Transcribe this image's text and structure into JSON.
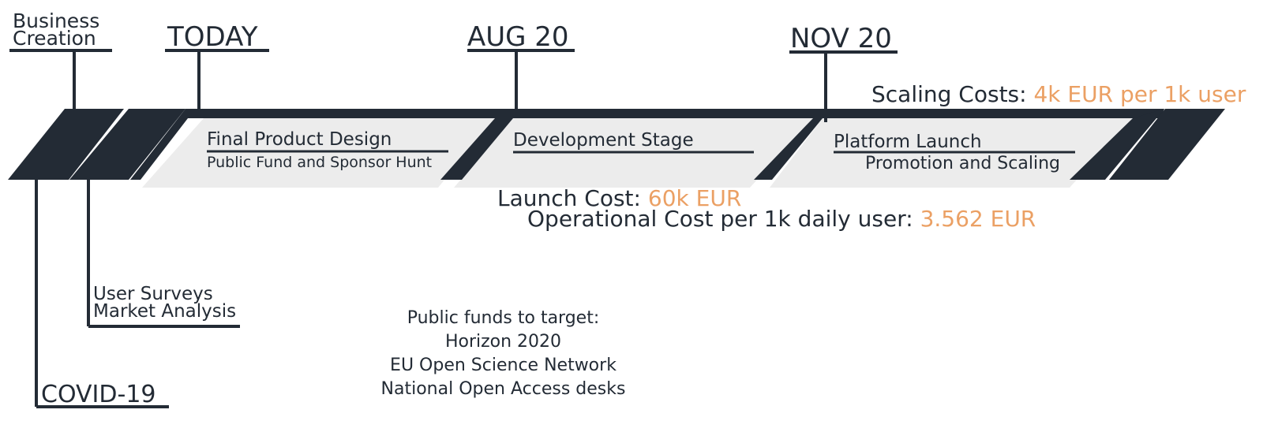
{
  "milestones": {
    "business_creation": {
      "line1": "Business",
      "line2": "Creation"
    },
    "today": "TODAY",
    "aug20": "AUG 20",
    "nov20": "NOV 20",
    "user_research": {
      "line1": "User Surveys",
      "line2": "Market Analysis"
    },
    "covid": "COVID-19"
  },
  "phases": [
    {
      "title": "Final Product Design",
      "subtitle": "Public Fund and Sponsor Hunt"
    },
    {
      "title": "Development Stage"
    },
    {
      "title": "Platform Launch",
      "subtitle": "Promotion and Scaling"
    }
  ],
  "costs": {
    "scaling": {
      "label": "Scaling Costs:",
      "value": "4k EUR per 1k user"
    },
    "launch": {
      "label": "Launch Cost:",
      "value": "60k EUR"
    },
    "operational": {
      "label": "Operational Cost per 1k daily user:",
      "value": "3.562 EUR"
    }
  },
  "public_funds": {
    "heading": "Public funds to target:",
    "items": [
      "Horizon 2020",
      "EU Open Science Network",
      "National Open Access desks"
    ]
  },
  "colors": {
    "dark": "#232b35",
    "orange": "#eba064",
    "panel": "#ececec"
  }
}
